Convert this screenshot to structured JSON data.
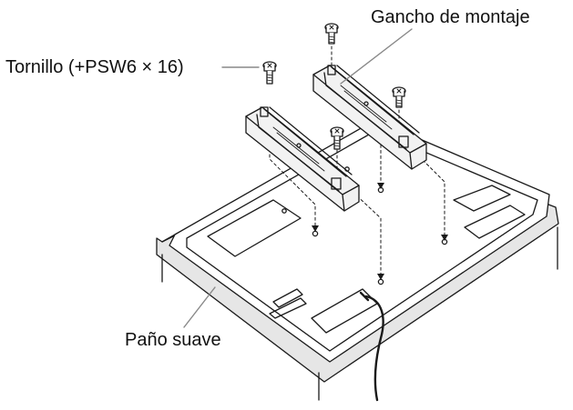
{
  "labels": {
    "mounting_hook": "Gancho de montaje",
    "screw": "Tornillo (+PSW6 × 16)",
    "soft_cloth": "Paño suave"
  },
  "colors": {
    "line": "#1a1a1a",
    "cloth_fill": "#e6e6e6",
    "tv_fill": "#ffffff",
    "bracket_fill": "#f2f2f2",
    "leader": "#888888"
  }
}
